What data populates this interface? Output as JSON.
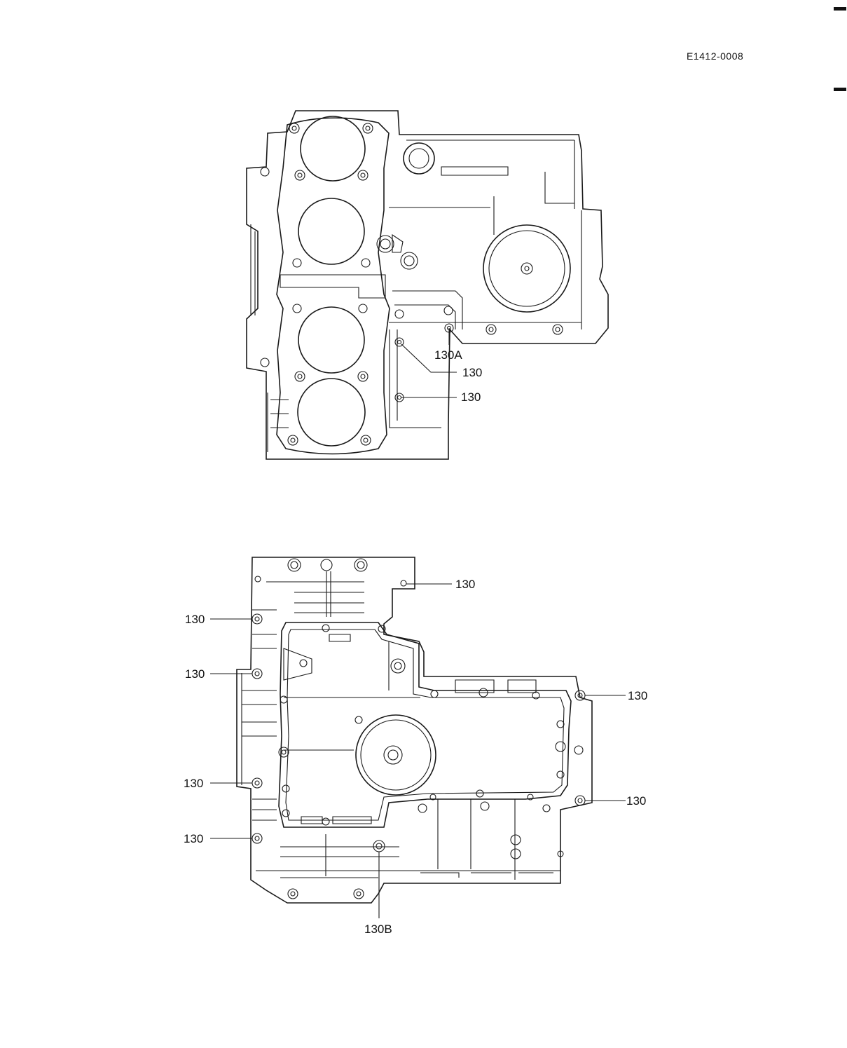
{
  "header": {
    "doc_id": "E1412-0008"
  },
  "upper_view": {
    "callouts": [
      {
        "id": "c1",
        "text": "130A"
      },
      {
        "id": "c2",
        "text": "130"
      },
      {
        "id": "c3",
        "text": "130"
      }
    ]
  },
  "lower_view": {
    "callouts": [
      {
        "id": "c1",
        "text": "130"
      },
      {
        "id": "c2",
        "text": "130"
      },
      {
        "id": "c3",
        "text": "130"
      },
      {
        "id": "c4",
        "text": "130"
      },
      {
        "id": "c5",
        "text": "130"
      },
      {
        "id": "c6",
        "text": "130"
      },
      {
        "id": "c7",
        "text": "130"
      },
      {
        "id": "c8",
        "text": "130B"
      }
    ]
  }
}
